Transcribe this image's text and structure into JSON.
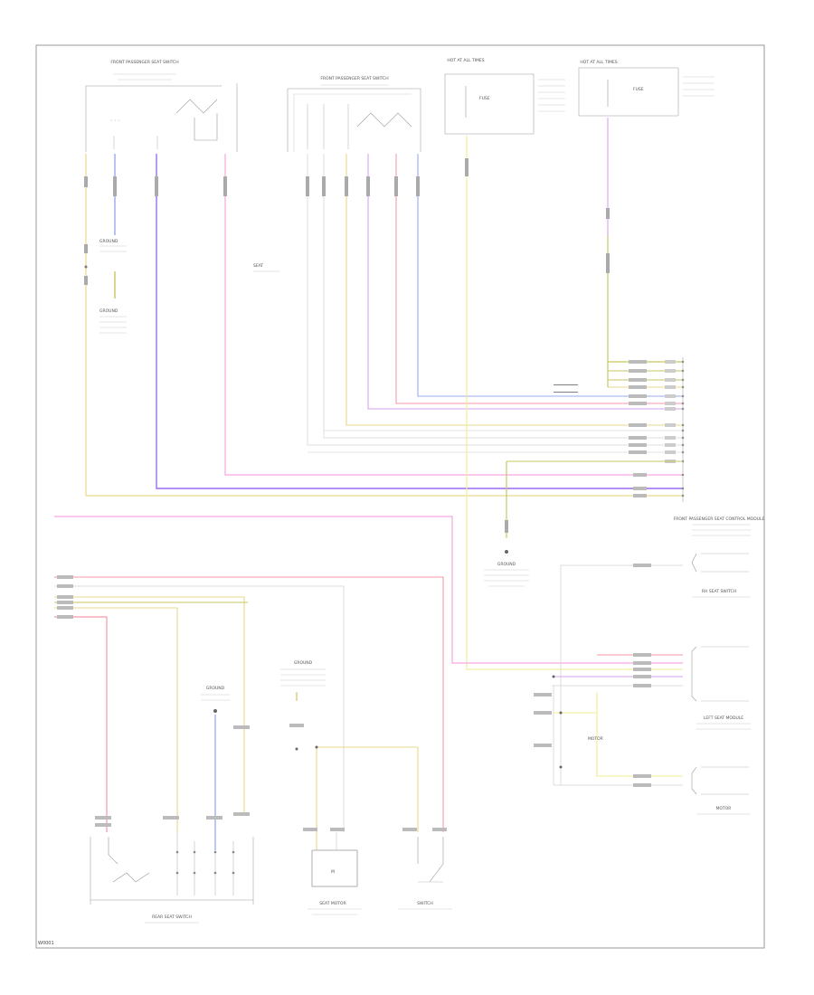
{
  "colors": {
    "yellow": "#e8d98a",
    "pink": "#f7a6e2",
    "violet": "#9b6cf2",
    "red": "#f59aa6",
    "grey": "#c8c8c8",
    "blue": "#9aa9f0",
    "olive": "#c8c560",
    "lightyellow": "#f1ee8c"
  },
  "labels": {
    "top_left_switch": "FRONT PASSENGER SEAT SWITCH",
    "top_mid_switch": "FRONT PASSENGER SEAT SWITCH",
    "fuse_a": "FUSE",
    "fuse_b": "FUSE",
    "fuse_a_note": "HOT AT ALL TIMES",
    "fuse_b_note": "HOT AT ALL TIMES",
    "left_ground": "GROUND",
    "left_ground_2": "GROUND",
    "mid_note": "SEAT",
    "passenger_module": "FRONT PASSENGER SEAT CONTROL MODULE",
    "center_ground": "GROUND",
    "rh_switch": "RH SEAT SWITCH",
    "lh_module": "LEFT SEAT MODULE",
    "motor_a": "MOTOR",
    "motor_b": "MOTOR",
    "bottom_left_switch": "REAR SEAT SWITCH",
    "bottom_mid_motor": "SEAT MOTOR",
    "bottom_right_switch": "SWITCH",
    "ground_mid": "GROUND",
    "ground_mid_2": "GROUND",
    "footer": "W0001"
  }
}
